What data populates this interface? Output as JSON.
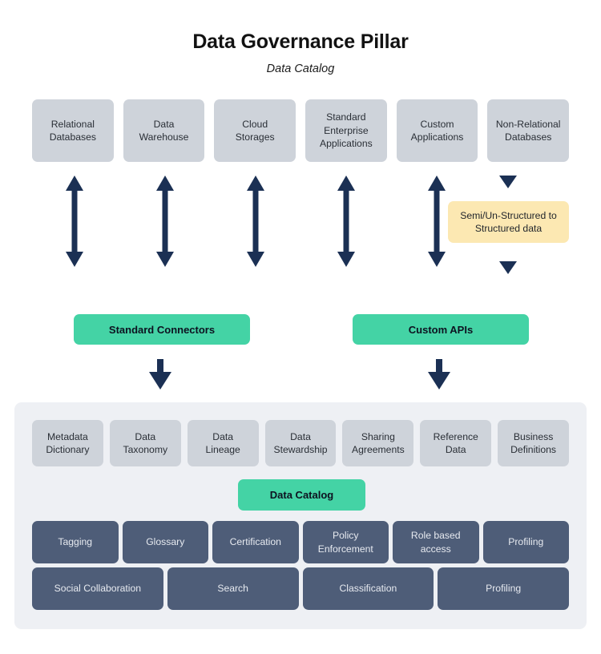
{
  "header": {
    "title": "Data Governance Pillar",
    "subtitle": "Data Catalog"
  },
  "colors": {
    "gray_box": "#ced3da",
    "green_accent": "#44d3a5",
    "yellow_accent": "#fce8b2",
    "slate_box": "#4e5d78",
    "arrow_navy": "#1b3054",
    "panel_background": "#eef0f4",
    "page_background": "#ffffff"
  },
  "sources": [
    {
      "label": "Relational Databases",
      "line1": "Relational",
      "line2": "Databases"
    },
    {
      "label": "Data Warehouse",
      "line1": "Data",
      "line2": "Warehouse"
    },
    {
      "label": "Cloud Storages",
      "line1": "Cloud",
      "line2": "Storages"
    },
    {
      "label": "Standard Enterprise Applications",
      "line1": "Standard",
      "line2": "Enterprise",
      "line3": "Applications"
    },
    {
      "label": "Custom Applications",
      "line1": "Custom",
      "line2": "Applications"
    },
    {
      "label": "Non-Relational Databases",
      "line1": "Non-Relational",
      "line2": "Databases"
    }
  ],
  "transform": {
    "label": "Semi/Un-Structured to Structured data",
    "line1": "Semi/Un-Structured to",
    "line2": "Structured data"
  },
  "connectors": {
    "standard": "Standard Connectors",
    "custom": "Custom APIs"
  },
  "capabilities": [
    {
      "label": "Metadata Dictionary",
      "line1": "Metadata",
      "line2": "Dictionary"
    },
    {
      "label": "Data Taxonomy",
      "line1": "Data",
      "line2": "Taxonomy"
    },
    {
      "label": "Data Lineage",
      "line1": "Data",
      "line2": "Lineage"
    },
    {
      "label": "Data Stewardship",
      "line1": "Data",
      "line2": "Stewardship"
    },
    {
      "label": "Sharing Agreements",
      "line1": "Sharing",
      "line2": "Agreements"
    },
    {
      "label": "Reference Data",
      "line1": "Reference",
      "line2": "Data"
    },
    {
      "label": "Business Definitions",
      "line1": "Business",
      "line2": "Definitions"
    }
  ],
  "catalog_chip": {
    "label": "Data Catalog"
  },
  "features_row1": [
    {
      "label": "Tagging",
      "line1": "Tagging",
      "line2": ""
    },
    {
      "label": "Glossary",
      "line1": "Glossary",
      "line2": ""
    },
    {
      "label": "Certification",
      "line1": "Certification",
      "line2": ""
    },
    {
      "label": "Policy Enforcement",
      "line1": "Policy",
      "line2": "Enforcement"
    },
    {
      "label": "Role based access",
      "line1": "Role based",
      "line2": "access"
    },
    {
      "label": "Profiling",
      "line1": "Profiling",
      "line2": ""
    }
  ],
  "features_row2": [
    {
      "label": "Social Collaboration"
    },
    {
      "label": "Search"
    },
    {
      "label": "Classification"
    },
    {
      "label": "Profiling"
    }
  ],
  "arrows": {
    "bidirectional_count": 6,
    "bidirectional_note": "double-headed vertical arrows under first five sources",
    "down_arrow_note": "single down arrows into transform box and below connectors"
  }
}
